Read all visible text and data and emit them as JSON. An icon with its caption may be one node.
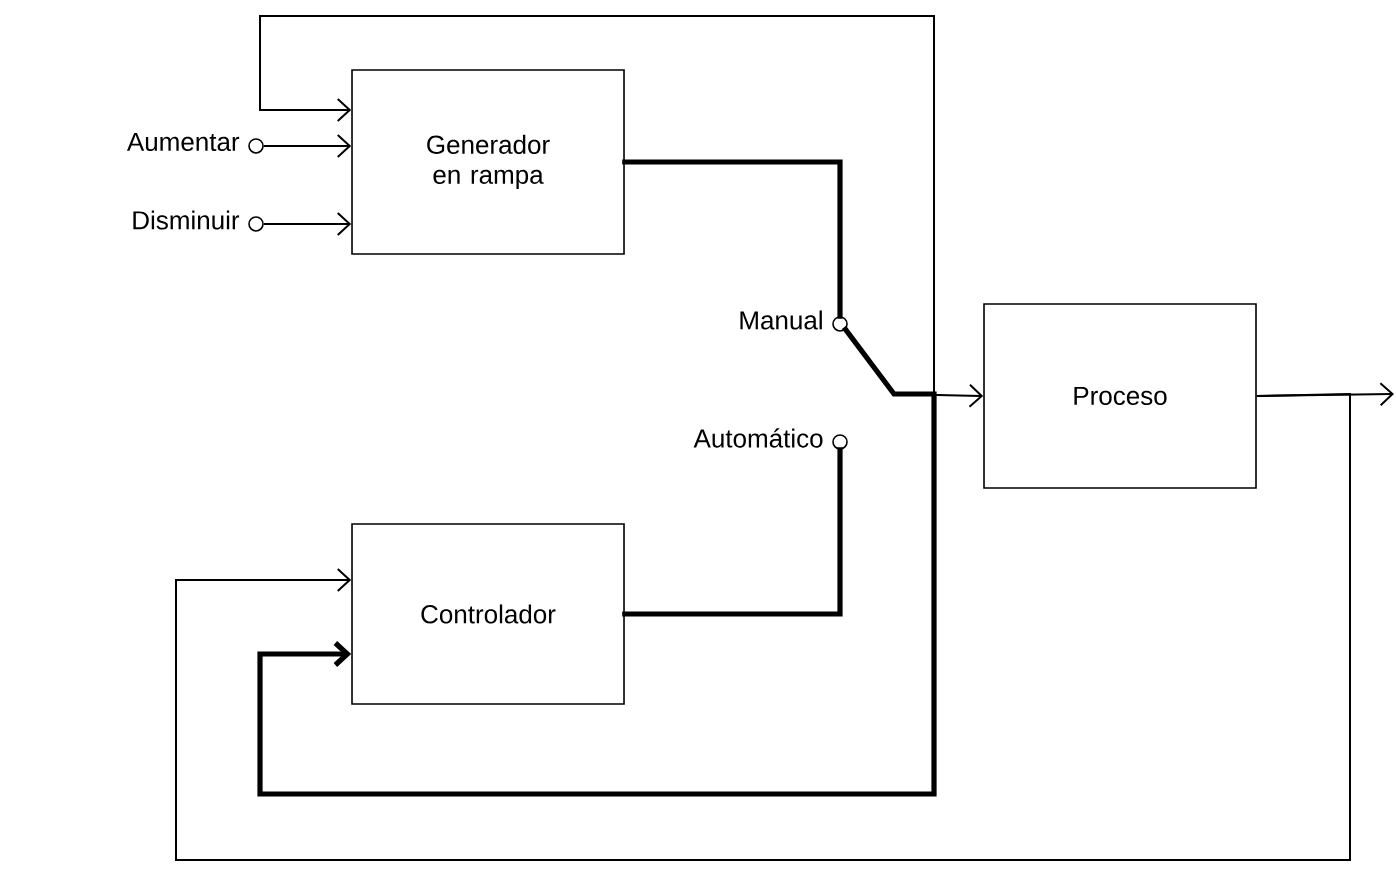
{
  "diagram": {
    "nodes": [
      {
        "text": [
          "Generador en rampa"
        ]
      },
      {
        "text": [
          "Controlador"
        ]
      },
      {
        "text": [
          "Proceso"
        ]
      },
      {
        "text": [],
        "shape": "circle",
        "beside": [
          "Aumentar"
        ]
      },
      {
        "text": [],
        "shape": "circle",
        "beside": [
          "Disminuir"
        ]
      },
      {
        "text": [],
        "shape": "circle",
        "beside": [
          "Manual"
        ]
      },
      {
        "text": [],
        "shape": "circle",
        "beside": [
          "Automático"
        ]
      }
    ],
    "edges": [
      {
        "from": 3,
        "to": 0,
        "arrow": "to"
      },
      {
        "from": 4,
        "to": 0,
        "arrow": "to"
      },
      {
        "from": 0,
        "to": 5,
        "arrow": "none",
        "style": "thick"
      },
      {
        "from": 1,
        "to": 6,
        "arrow": "none",
        "style": "thick"
      },
      {
        "from": 5,
        "to": 2,
        "arrow": "to"
      },
      {
        "from": 5,
        "to": 0,
        "arrow": "to"
      },
      {
        "from": 5,
        "to": 1,
        "arrow": "to",
        "style": "thick"
      },
      {
        "from": 2,
        "to": null,
        "arrow": "to"
      },
      {
        "from": 2,
        "to": 1,
        "arrow": "to"
      }
    ]
  }
}
